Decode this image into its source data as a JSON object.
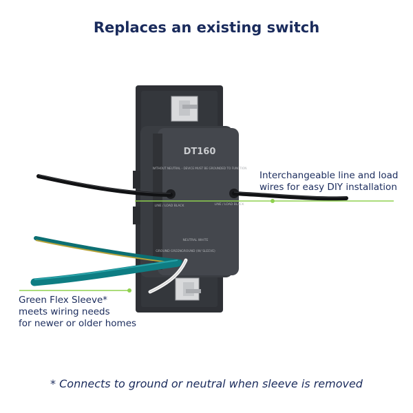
{
  "title": "Replaces an existing switch",
  "device": {
    "model": "DT160",
    "warning_label": "WITHOUT NEUTRAL - DEVICE MUST BE GROUNDED TO FUNCTION",
    "line_load_left": "LINE / LOAD BLACK",
    "line_load_right": "LINE / LOAD BLACK",
    "neutral": "NEUTRAL WHITE",
    "ground": "GROUND GREEN",
    "ground_sleeve": "GROUND (W/ SLEEVE)"
  },
  "callouts": {
    "right_line1": "Interchangeable line and load",
    "right_line2": "wires for easy DIY installation",
    "left_line1": "Green Flex Sleeve*",
    "left_line2": "meets wiring needs",
    "left_line3": "for newer or older homes"
  },
  "footnote": "* Connects to ground or neutral when sleeve is removed",
  "colors": {
    "title_text": "#1a2b5c",
    "leader_line": "#8fd14f",
    "device_body": "#3a3d42",
    "green_wire": "#0e7d83"
  }
}
